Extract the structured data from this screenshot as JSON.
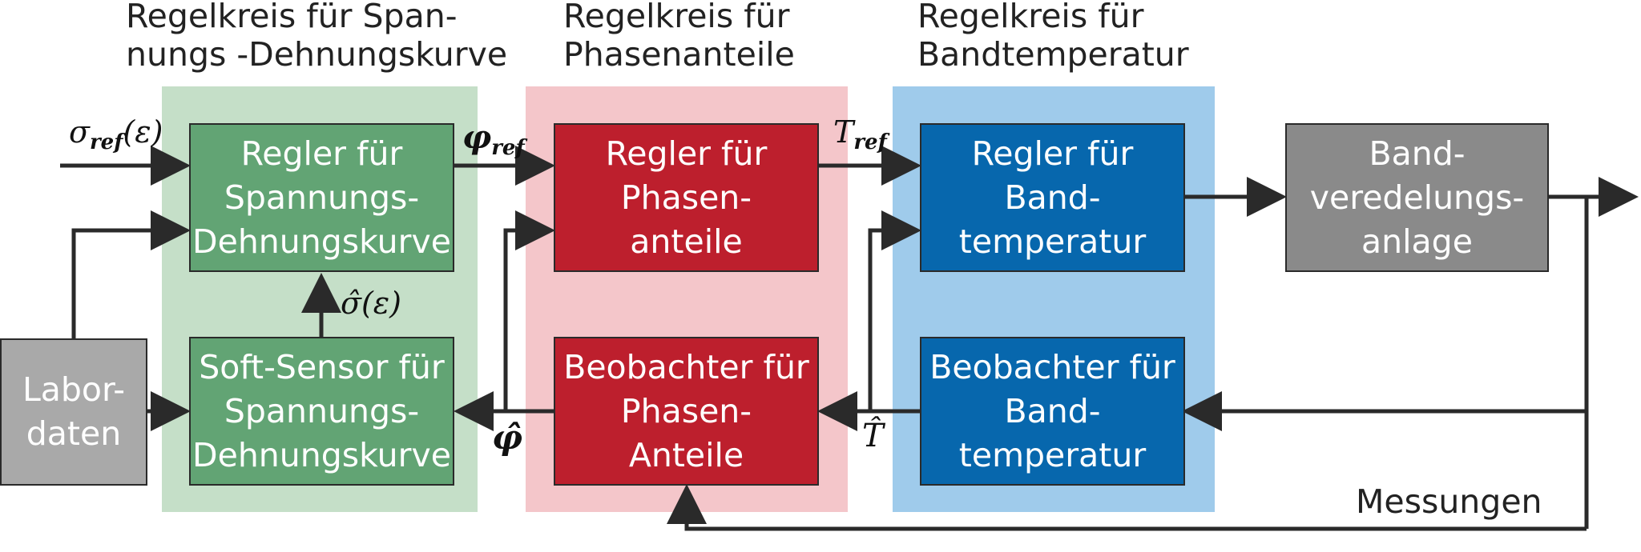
{
  "sections": {
    "stress_strain": {
      "title": "Regelkreis für Span-\nnungs -Dehnungskurve",
      "color": "#c5dfc8"
    },
    "phase": {
      "title": "Regelkreis für\nPhasenanteile",
      "color": "#f4c6ca"
    },
    "temp": {
      "title": "Regelkreis für\nBandtemperatur",
      "color": "#9fcbeb"
    }
  },
  "blocks": {
    "regler_sd": "Regler für\nSpannungs-\nDehnungskurve",
    "soft_sensor": "Soft-Sensor für\nSpannungs-\nDehnungskurve",
    "regler_phase": "Regler für\nPhasen-\nanteile",
    "beobachter_phase": "Beobachter für\nPhasen-\nAnteile",
    "regler_temp": "Regler für\nBand-\ntemperatur",
    "beobachter_temp": "Beobachter für\nBand-\ntemperatur",
    "anlage": "Band-\nveredelungs-\nanlage",
    "labor": "Labor-\ndaten"
  },
  "signals": {
    "sigma_ref_main": "σ",
    "sigma_ref_sub": "ref",
    "sigma_ref_arg": "(ε)",
    "sigma_hat": "σ̂(ε)",
    "phi_ref_main": "φ",
    "phi_ref_sub": "ref",
    "phi_hat": "φ̂",
    "t_ref_main": "T",
    "t_ref_sub": "ref",
    "t_hat": "T̂"
  },
  "measurements_label": "Messungen",
  "colors": {
    "green_block": "#62a474",
    "red_block": "#bd1f2d",
    "blue_block": "#0767ad",
    "gray_block": "#8a8a8a",
    "labor_block": "#a9a9a9",
    "line": "#2a2a2a"
  }
}
